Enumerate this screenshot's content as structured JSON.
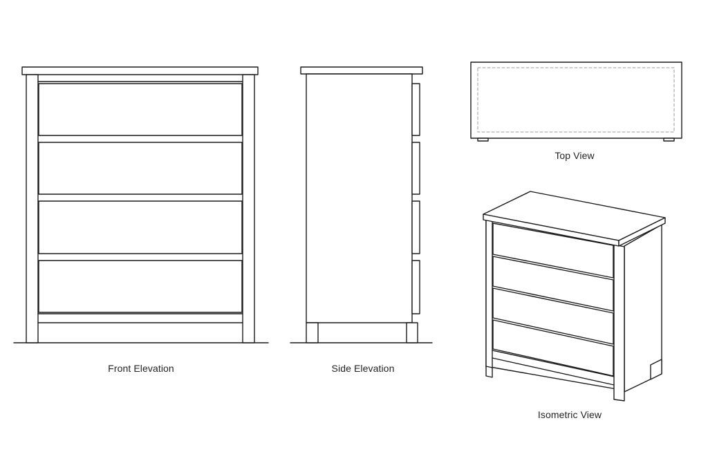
{
  "views": {
    "front": {
      "label": "Front Elevation"
    },
    "side": {
      "label": "Side Elevation"
    },
    "top": {
      "label": "Top View"
    },
    "isometric": {
      "label": "Isometric View"
    }
  },
  "style": {
    "stroke": "#1a1a1a",
    "fill": "#ffffff",
    "hidden_line": "#9a9a9a"
  }
}
